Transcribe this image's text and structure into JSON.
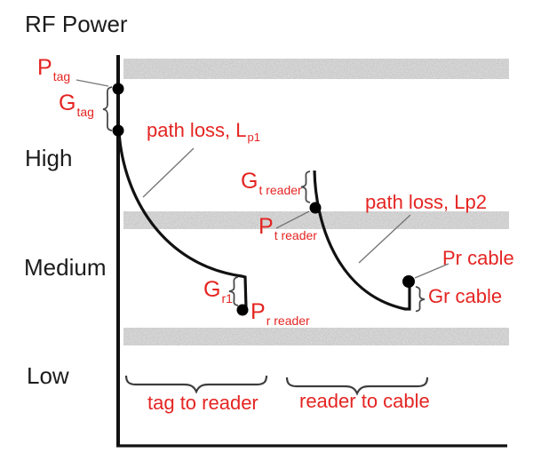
{
  "title": {
    "text": "RF Power"
  },
  "axis": {
    "levels": [
      {
        "label": "High"
      },
      {
        "label": "Medium"
      },
      {
        "label": "Low"
      }
    ]
  },
  "annotations": {
    "p_tag": {
      "base": "P",
      "sub": "tag"
    },
    "g_tag": {
      "base": "G",
      "sub": "tag"
    },
    "path_loss_1": {
      "base": "path loss, L",
      "sub": "p1"
    },
    "g_t_reader": {
      "base": "G",
      "sub": "t reader"
    },
    "p_t_reader": {
      "base": "P",
      "sub": "t reader"
    },
    "path_loss_2": {
      "text": "path loss, Lp2"
    },
    "pr_cable": {
      "text": "Pr cable"
    },
    "gr_cable": {
      "text": "Gr cable"
    },
    "g_r1": {
      "base": "G",
      "sub": "r1"
    },
    "p_r_reader": {
      "base": "P",
      "sub": "r reader"
    }
  },
  "segments": {
    "tag_to_reader": {
      "text": "tag to reader"
    },
    "reader_to_cable": {
      "text": "reader to cable"
    }
  },
  "colors": {
    "annotation_red": "#e42522",
    "band_gray": "#e3e3e3",
    "line_black": "#111111",
    "connector_gray": "#777777"
  }
}
